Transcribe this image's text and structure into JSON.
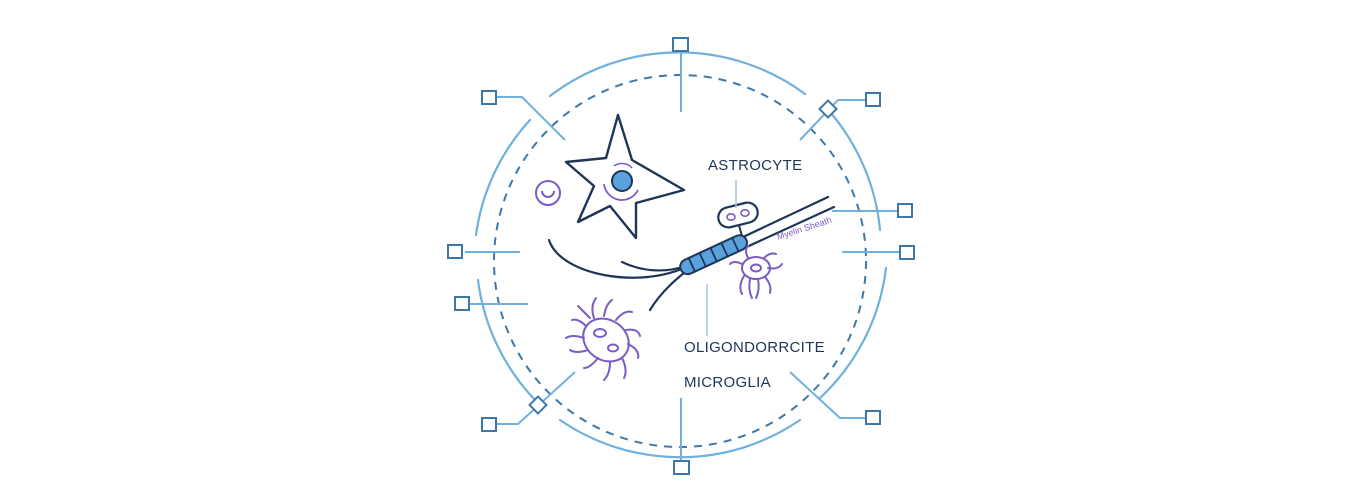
{
  "labels": {
    "astrocyte": "ASTROCYTE",
    "oligodendrocyte": "OLIGONDORRCITE",
    "microglia": "MICROGLIA",
    "myelin_sheath": "Myelin Sheath"
  },
  "colors": {
    "navy": "#1f3557",
    "light_blue": "#6fb1dc",
    "dashed_blue": "#3e78a8",
    "nucleus_blue": "#5aa2dc",
    "purple": "#7b5cc4"
  },
  "icons": [
    "node-square-icon",
    "node-diamond-icon",
    "astrocyte-icon",
    "microglia-icon",
    "oligodendrocyte-icon",
    "axon-icon",
    "small-cell-icon"
  ]
}
